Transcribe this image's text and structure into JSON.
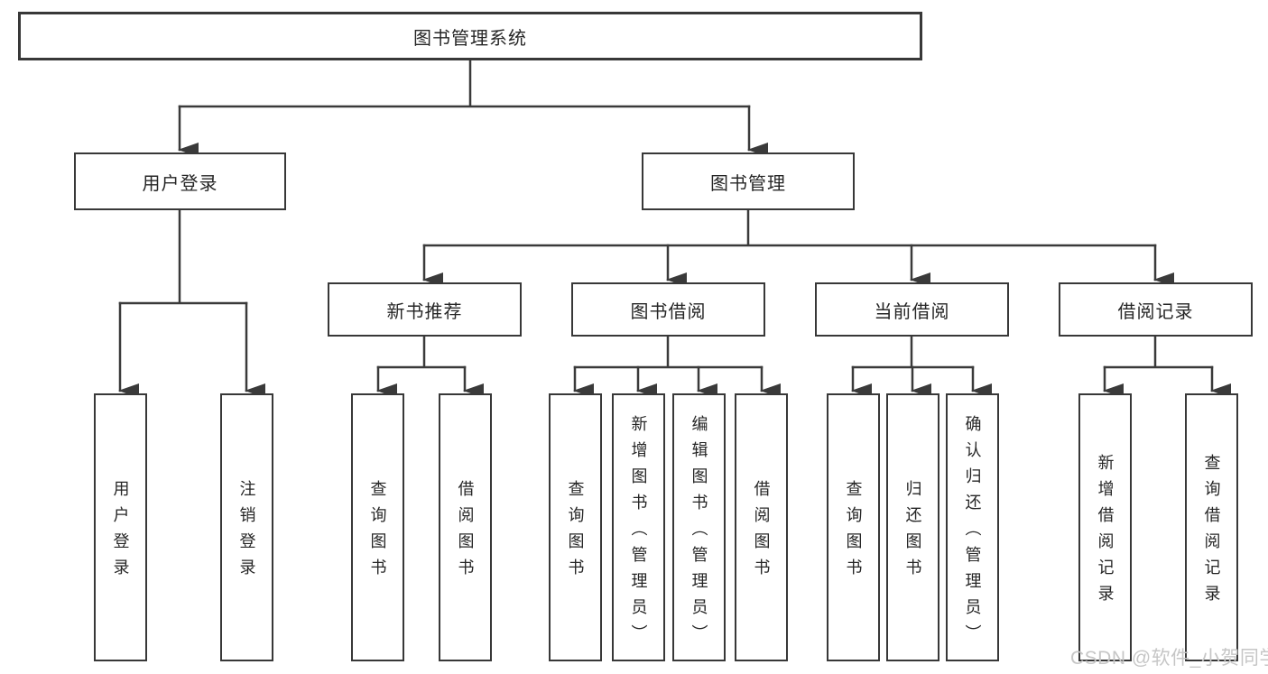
{
  "diagram": {
    "title": "图书管理系统",
    "watermark": "CSDN @软件_小贺同学",
    "colors": {
      "line": "#3a3a3a",
      "border": "#383838",
      "text": "#262626",
      "background": "#ffffff",
      "watermark": "#c6c6c6"
    }
  },
  "nodes": {
    "root": "图书管理系统",
    "user_login": "用户登录",
    "book_management": "图书管理",
    "new_book_recommend": "新书推荐",
    "book_borrowing": "图书借阅",
    "current_borrowing": "当前借阅",
    "borrowing_records": "借阅记录",
    "leaf_user_login": "用户登录",
    "leaf_logout_login": "注销登录",
    "leaf_rec_query_books": "查询图书",
    "leaf_rec_borrow_books": "借阅图书",
    "leaf_bor_query_books": "查询图书",
    "leaf_bor_add_books": "新增图书（管理员）",
    "leaf_bor_edit_books": "编辑图书（管理员）",
    "leaf_bor_borrow_books": "借阅图书",
    "leaf_cur_query_books": "查询图书",
    "leaf_cur_return_books": "归还图书",
    "leaf_cur_confirm_return": "确认归还（管理员）",
    "leaf_log_add_record": "新增借阅记录",
    "leaf_log_query_record": "查询借阅记录"
  },
  "hierarchy": {
    "图书管理系统": {
      "用户登录": [
        "用户登录",
        "注销登录"
      ],
      "图书管理": {
        "新书推荐": [
          "查询图书",
          "借阅图书"
        ],
        "图书借阅": [
          "查询图书",
          "新增图书（管理员）",
          "编辑图书（管理员）",
          "借阅图书"
        ],
        "当前借阅": [
          "查询图书",
          "归还图书",
          "确认归还（管理员）"
        ],
        "借阅记录": [
          "新增借阅记录",
          "查询借阅记录"
        ]
      }
    }
  }
}
